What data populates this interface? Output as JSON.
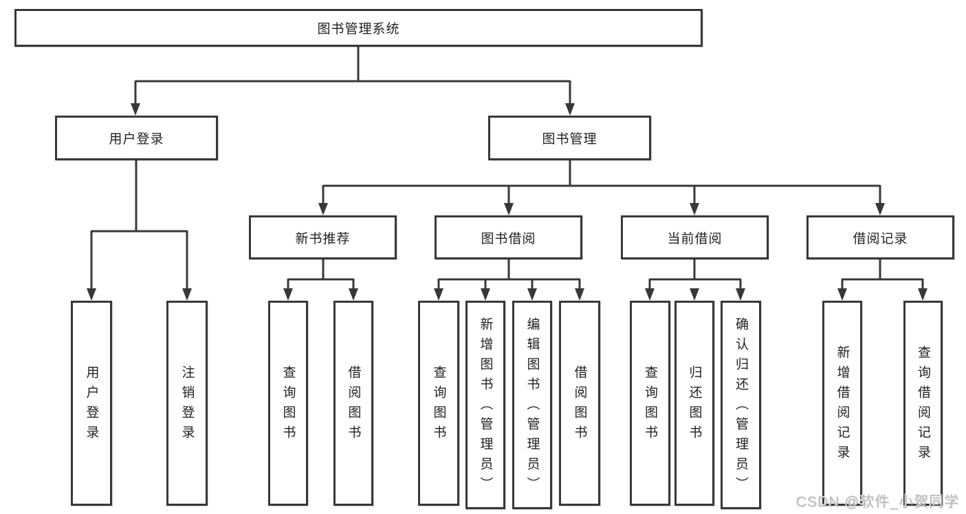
{
  "diagram": {
    "root": {
      "label": "图书管理系统"
    },
    "level2": [
      {
        "label": "用户登录"
      },
      {
        "label": "图书管理"
      }
    ],
    "level3": [
      {
        "label": "新书推荐"
      },
      {
        "label": "图书借阅"
      },
      {
        "label": "当前借阅"
      },
      {
        "label": "借阅记录"
      }
    ],
    "leaves": {
      "user_login": [
        "用户登录",
        "注销登录"
      ],
      "new_books": [
        "查询图书",
        "借阅图书"
      ],
      "book_borrow": [
        "查询图书",
        "新增图书（管理员）",
        "编辑图书（管理员）",
        "借阅图书"
      ],
      "current_borrow": [
        "查询图书",
        "归还图书",
        "确认归还（管理员）"
      ],
      "borrow_records": [
        "新增借阅记录",
        "查询借阅记录"
      ]
    }
  },
  "watermark": "CSDN @软件_小贺同学",
  "colors": {
    "line": "#383838",
    "text": "#1f1f1f",
    "background": "#ffffff",
    "watermark": "#bababa"
  }
}
